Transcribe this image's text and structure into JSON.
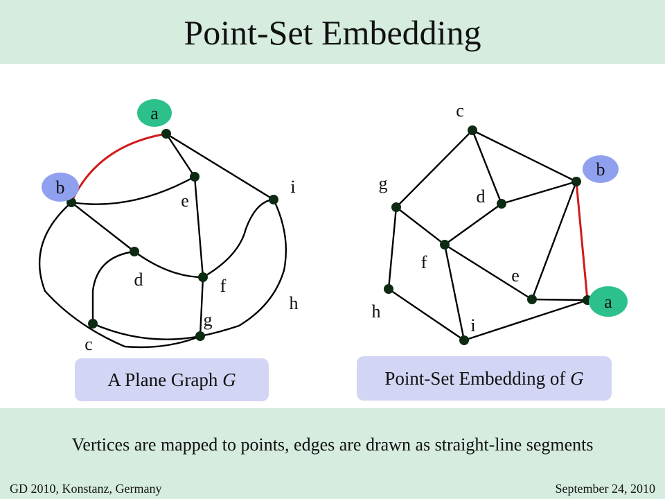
{
  "title": "Point-Set Embedding",
  "left_graph": {
    "caption_prefix": "A Plane Graph ",
    "caption_var": "G",
    "vertex_labels": [
      "a",
      "b",
      "c",
      "d",
      "e",
      "f",
      "g",
      "h",
      "i"
    ],
    "highlighted_edge": [
      "a",
      "b"
    ]
  },
  "right_graph": {
    "caption_prefix": "Point-Set Embedding of ",
    "caption_var": "G",
    "vertex_labels": [
      "a",
      "b",
      "c",
      "d",
      "e",
      "f",
      "g",
      "h",
      "i"
    ],
    "highlighted_edge": [
      "b",
      "a"
    ]
  },
  "statement": "Vertices are mapped to points, edges are drawn as straight-line segments",
  "footer": {
    "left": "GD 2010, Konstanz, Germany",
    "right": "September 24, 2010"
  },
  "colors": {
    "title_band": "#d5ecdf",
    "caption_box": "#d3d5f4",
    "highlight_edge": "#d11b1b",
    "label_a_fill": "#2cc08a",
    "label_b_fill": "#8fa0ee",
    "vertex": "#0d2a12"
  }
}
